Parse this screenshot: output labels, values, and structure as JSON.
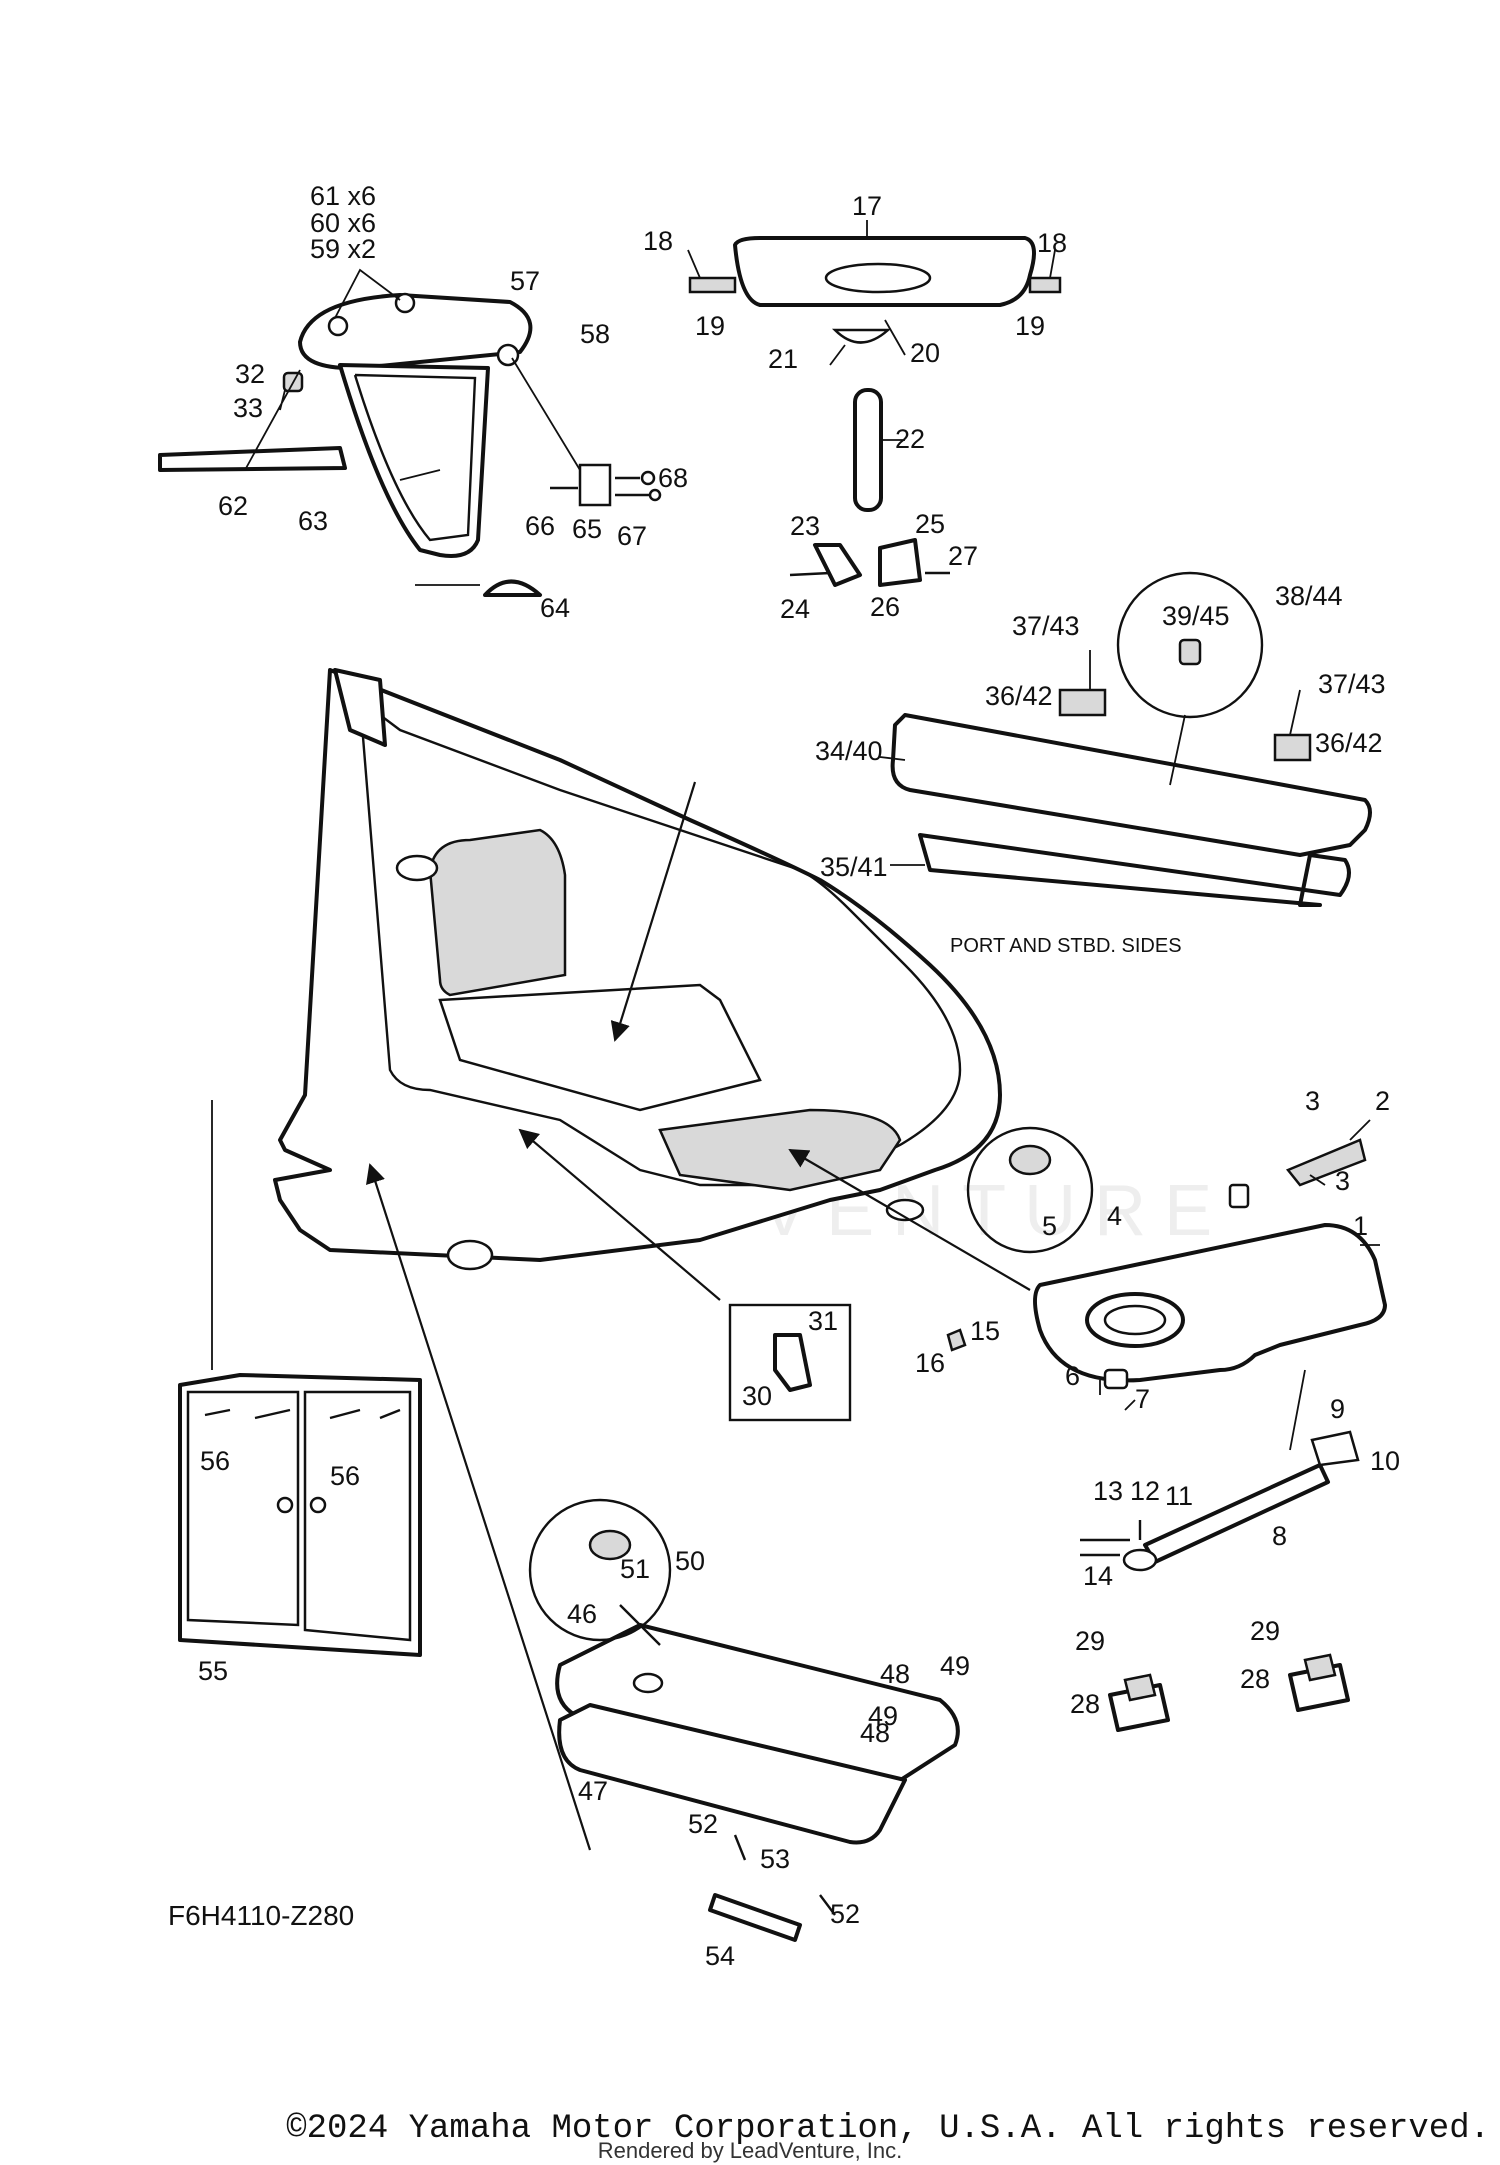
{
  "diagram": {
    "code": "F6H4110-Z280",
    "note": "PORT AND STBD. SIDES",
    "watermark": "LEADVENTURE",
    "labels": {
      "p1": "1",
      "p2": "2",
      "p3a": "3",
      "p3b": "3",
      "p4": "4",
      "p5": "5",
      "p6": "6",
      "p7": "7",
      "p8": "8",
      "p9": "9",
      "p10": "10",
      "p11": "11",
      "p12": "12",
      "p13": "13",
      "p14": "14",
      "p15": "15",
      "p16": "16",
      "p17": "17",
      "p18a": "18",
      "p18b": "18",
      "p19a": "19",
      "p19b": "19",
      "p20": "20",
      "p21": "21",
      "p22": "22",
      "p23": "23",
      "p24": "24",
      "p25": "25",
      "p26": "26",
      "p27": "27",
      "p28a": "28",
      "p28b": "28",
      "p29a": "29",
      "p29b": "29",
      "p30": "30",
      "p31": "31",
      "p32": "32",
      "p33": "33",
      "p34_40": "34/40",
      "p35_41": "35/41",
      "p36_42a": "36/42",
      "p36_42b": "36/42",
      "p37_43a": "37/43",
      "p37_43b": "37/43",
      "p38_44": "38/44",
      "p39_45": "39/45",
      "p46": "46",
      "p47": "47",
      "p48a": "48",
      "p48b": "48",
      "p49a": "49",
      "p49b": "49",
      "p50": "50",
      "p51": "51",
      "p52a": "52",
      "p52b": "52",
      "p53": "53",
      "p54": "54",
      "p55": "55",
      "p56a": "56",
      "p56b": "56",
      "p57": "57",
      "p58": "58",
      "p59": "59 x2",
      "p60": "60 x6",
      "p61": "61 x6",
      "p62": "62",
      "p63": "63",
      "p64": "64",
      "p65": "65",
      "p66": "66",
      "p67": "67",
      "p68": "68"
    }
  },
  "footer": {
    "copyright": "©2024 Yamaha Motor Corporation, U.S.A. All rights reserved.",
    "rendered_by": "Rendered by LeadVenture, Inc."
  }
}
